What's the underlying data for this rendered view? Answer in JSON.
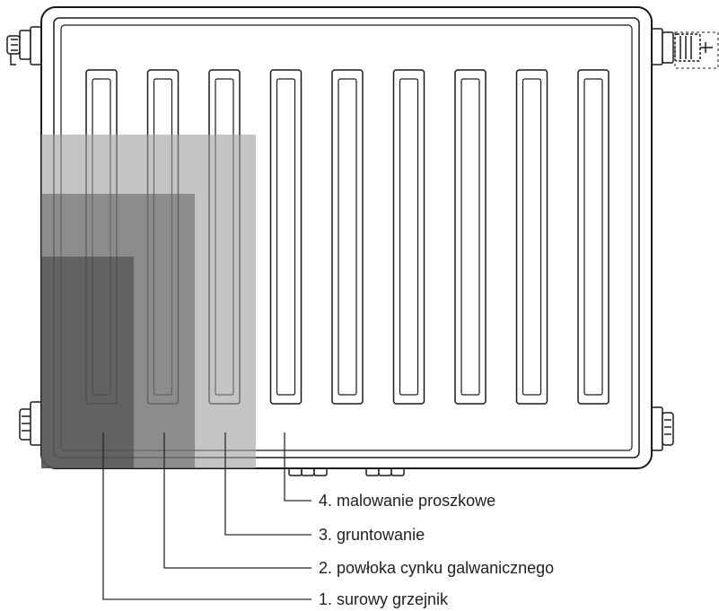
{
  "labels": {
    "layer_4": "4. malowanie proszkowe",
    "layer_3": "3. gruntowanie",
    "layer_2": "2. powłoka cynku galwanicznego",
    "layer_1": "1. surowy grzejnik"
  },
  "colors": {
    "line": "#1a1a1a",
    "panel": "#ffffff",
    "layer_3_fill": "#c4c4c4",
    "layer_2_fill": "#8f8f8f",
    "layer_1_fill": "#686868"
  },
  "icons": {
    "valve_top_left": "valve-icon",
    "valve_top_right": "thermostatic-valve-icon",
    "valve_bottom_left": "valve-icon",
    "valve_bottom_right": "valve-icon",
    "connector_bottom": "connector-icon"
  },
  "fin_count": 9
}
